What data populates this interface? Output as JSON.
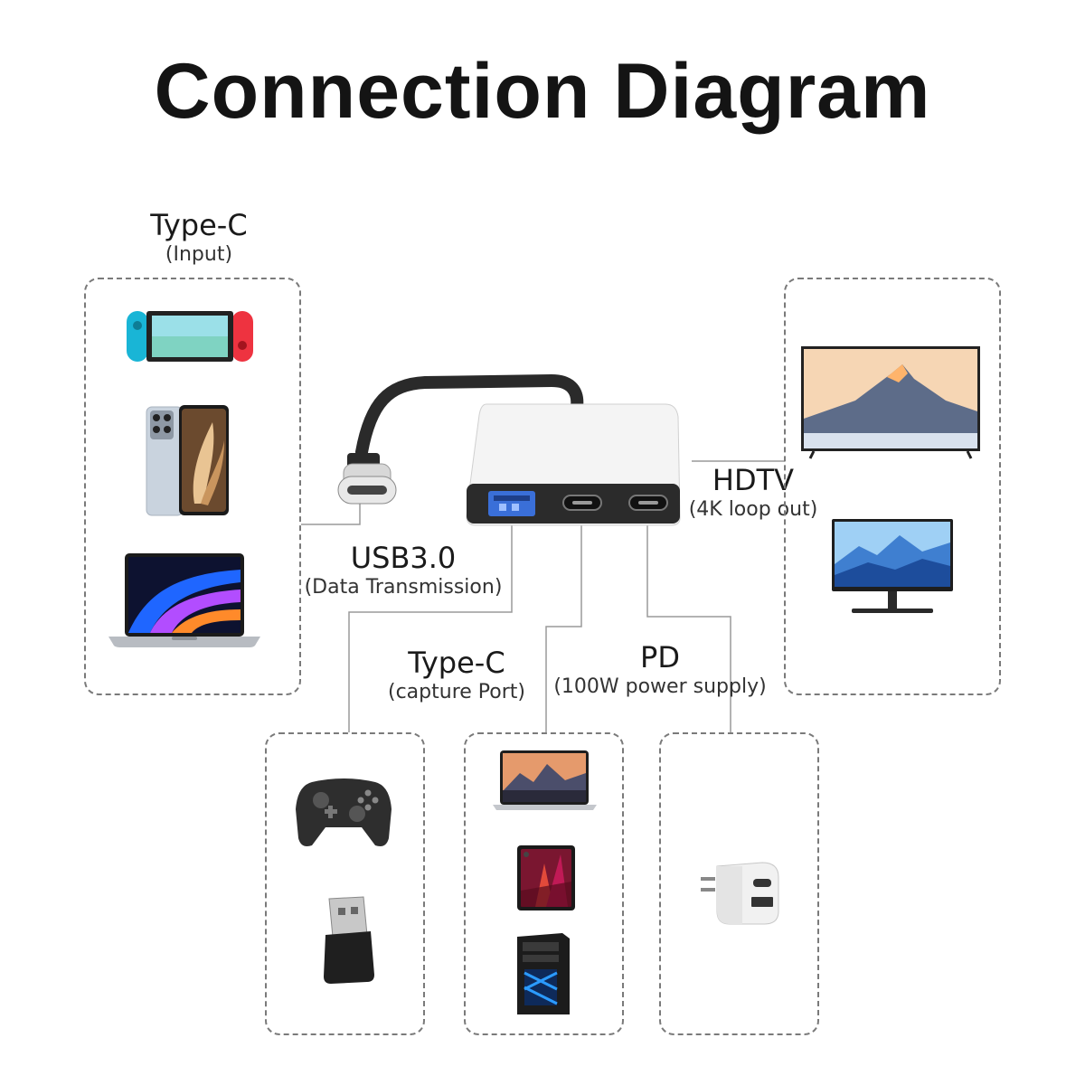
{
  "title": "Connection Diagram",
  "labels": {
    "typec_input": {
      "main": "Type-C",
      "sub": "(Input)"
    },
    "usb30": {
      "main": "USB3.0",
      "sub": "(Data Transmission)"
    },
    "typec_capture": {
      "main": "Type-C",
      "sub": "(capture Port)"
    },
    "pd": {
      "main": "PD",
      "sub": "(100W power supply)"
    },
    "hdtv": {
      "main": "HDTV",
      "sub": "(4K loop out)"
    }
  },
  "devices": {
    "input": [
      "game-console",
      "smartphone",
      "laptop"
    ],
    "hdtv": [
      "television",
      "monitor"
    ],
    "usb": [
      "game-controller",
      "usb-dongle"
    ],
    "capture": [
      "laptop",
      "tablet",
      "desktop-tower"
    ],
    "power": [
      "usb-charger"
    ]
  },
  "colors": {
    "line": "#9a9a9a",
    "border": "#7a7a7a",
    "hub_body": "#f2f2f2",
    "port_panel": "#2b2b2b"
  }
}
